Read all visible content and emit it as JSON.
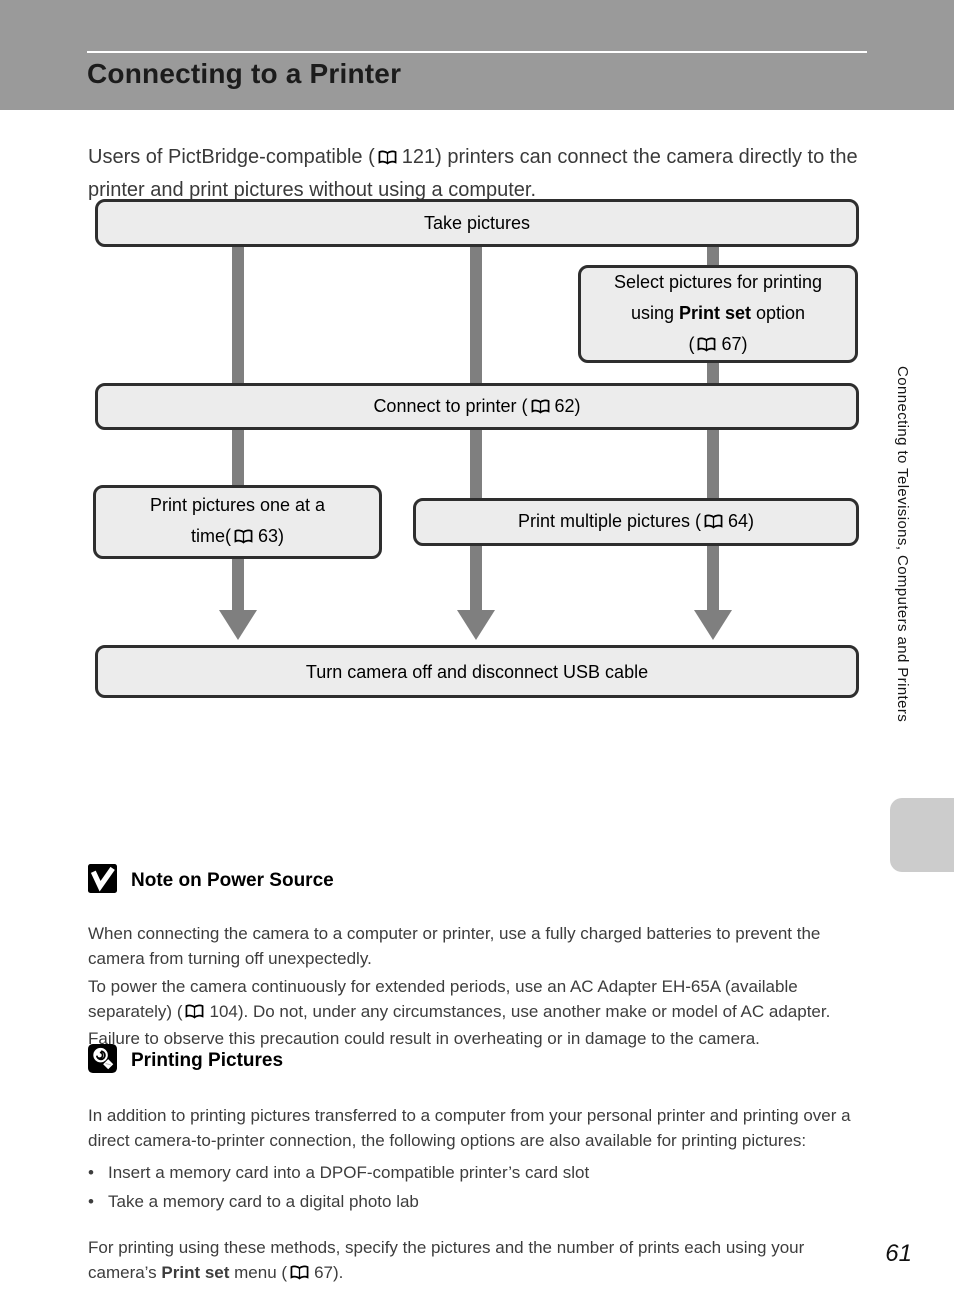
{
  "page": {
    "title": "Connecting to a Printer",
    "number": "61"
  },
  "intro": {
    "pre": "Users of PictBridge-compatible (",
    "ref": "121",
    "post": ") printers can connect the camera directly to the printer and print pictures without using a computer."
  },
  "flowchart": {
    "take_pictures": "Take pictures",
    "select": {
      "line1": "Select pictures for printing",
      "line2_pre": "using ",
      "line2_bold": "Print set",
      "line2_post": " option",
      "line3_pre": "(",
      "ref": "67",
      "line3_post": ")"
    },
    "connect": {
      "pre": "Connect to printer (",
      "ref": "62",
      "post": ")"
    },
    "print_one": {
      "line1": "Print pictures one at a",
      "line2_pre": "time(",
      "ref": "63",
      "line2_post": ")"
    },
    "print_multiple": {
      "pre": "Print multiple pictures (",
      "ref": "64",
      "post": ")"
    },
    "turn_off": "Turn camera off and disconnect USB cable"
  },
  "sidebar": {
    "label": "Connecting to Televisions, Computers and Printers"
  },
  "note_section": {
    "icon": "check-note-icon",
    "heading": "Note on Power Source",
    "para1": "When connecting the camera to a computer or printer, use a fully charged batteries to prevent the camera from turning off unexpectedly.",
    "para2_pre": "To power the camera continuously for extended periods, use an AC Adapter EH-65A (available separately) (",
    "para2_ref": "104",
    "para2_post": "). Do not, under any circumstances, use another make or model of AC adapter. Failure to observe this precaution could result in overheating or in damage to the camera."
  },
  "printing_section": {
    "icon": "lightbulb-tip-icon",
    "heading": "Printing Pictures",
    "para1": "In addition to printing pictures transferred to a computer from your personal printer and printing over a direct camera-to-printer connection, the following options are also available for printing pictures:",
    "bullets": [
      "Insert a memory card into a DPOF-compatible printer’s card slot",
      "Take a memory card to a digital photo lab"
    ],
    "final_pre": "For printing using these methods, specify the pictures and the number of prints each using your camera’s ",
    "final_bold": "Print set",
    "final_mid": " menu (",
    "final_ref": "67",
    "final_post": ")."
  },
  "colors": {
    "header_gray": "#9a9a9a",
    "box_fill": "#ececec",
    "box_border": "#2e2e2e",
    "arrow_gray": "#7f7f7f",
    "tab_gray": "#cccccc"
  }
}
